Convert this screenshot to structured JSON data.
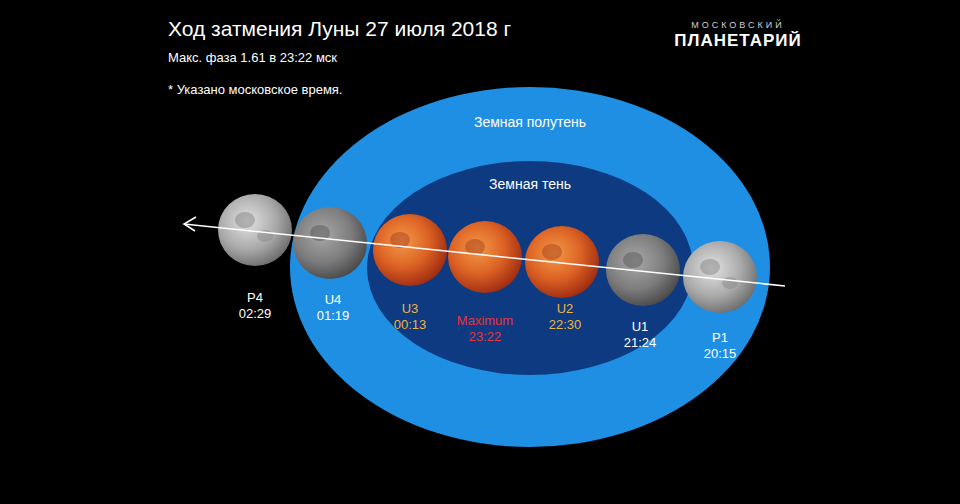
{
  "diagram": {
    "title": "Ход затмения Луны 27 июля 2018 г",
    "nodes": [
      {
        "text": [
          "Земная полутень"
        ]
      },
      {
        "text": [
          "Земная тень"
        ],
        "in": 0
      }
    ],
    "labels": [
      "Макс. фаза 1.61 в 23:22 мск",
      "* Указано московское время.",
      "МОСКОВСКИЙ",
      "ПЛАНЕТАРИЙ",
      "P4",
      "02:29",
      "U4",
      "01:19",
      "U3",
      "00:13",
      "Maximum",
      "23:22",
      "U2",
      "22:30",
      "U1",
      "21:24",
      "P1",
      "20:15"
    ]
  }
}
